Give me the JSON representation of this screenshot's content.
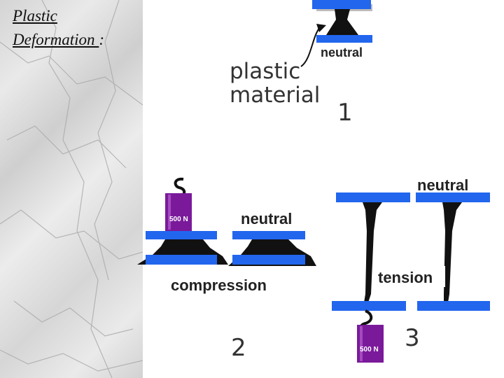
{
  "title": {
    "line1": "Plastic",
    "line2": "Deformation ",
    "suffix": ":"
  },
  "labels": {
    "plastic_line1": "plastic",
    "plastic_line2": "material",
    "neutral_top": "neutral",
    "neutral_mid": "neutral",
    "neutral_right": "neutral",
    "compression": "compression",
    "tension": "tension",
    "step1": "1",
    "step2": "2",
    "step3": "3",
    "weight_left": "500 N",
    "weight_bottom": "500 N"
  },
  "colors": {
    "plate": "#2266ee",
    "material": "#111111",
    "weight": "#7a1a9a",
    "shadow": "#bbbbbb"
  }
}
